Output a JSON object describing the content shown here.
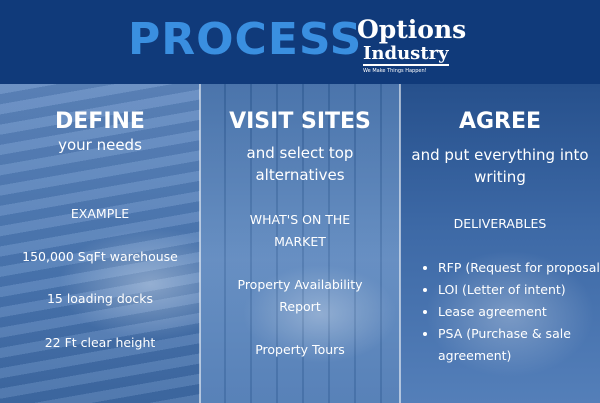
{
  "header": {
    "title": "PROCESS",
    "logo_top": "Options",
    "logo_bottom": "Industry",
    "logo_tagline": "We Make Things Happen!"
  },
  "columns": [
    {
      "heading": "DEFINE",
      "subheading": "your needs",
      "items": [
        "EXAMPLE",
        "150,000 SqFt warehouse",
        "15 loading docks",
        "22 Ft clear height"
      ]
    },
    {
      "heading": "VISIT SITES",
      "subheading": "and select top alternatives",
      "items": [
        "WHAT'S ON THE MARKET",
        "Property Availability Report",
        "Property Tours"
      ]
    },
    {
      "heading": "AGREE",
      "subheading": "and put everything into writing",
      "label": "DELIVERABLES",
      "bullets": [
        "RFP (Request for proposal)",
        "LOI (Letter of intent)",
        "Lease agreement",
        "PSA (Purchase & sale agreement)"
      ]
    }
  ],
  "colors": {
    "header_bg": "#103a7a",
    "title": "#3a8fe0",
    "text": "#ffffff"
  }
}
